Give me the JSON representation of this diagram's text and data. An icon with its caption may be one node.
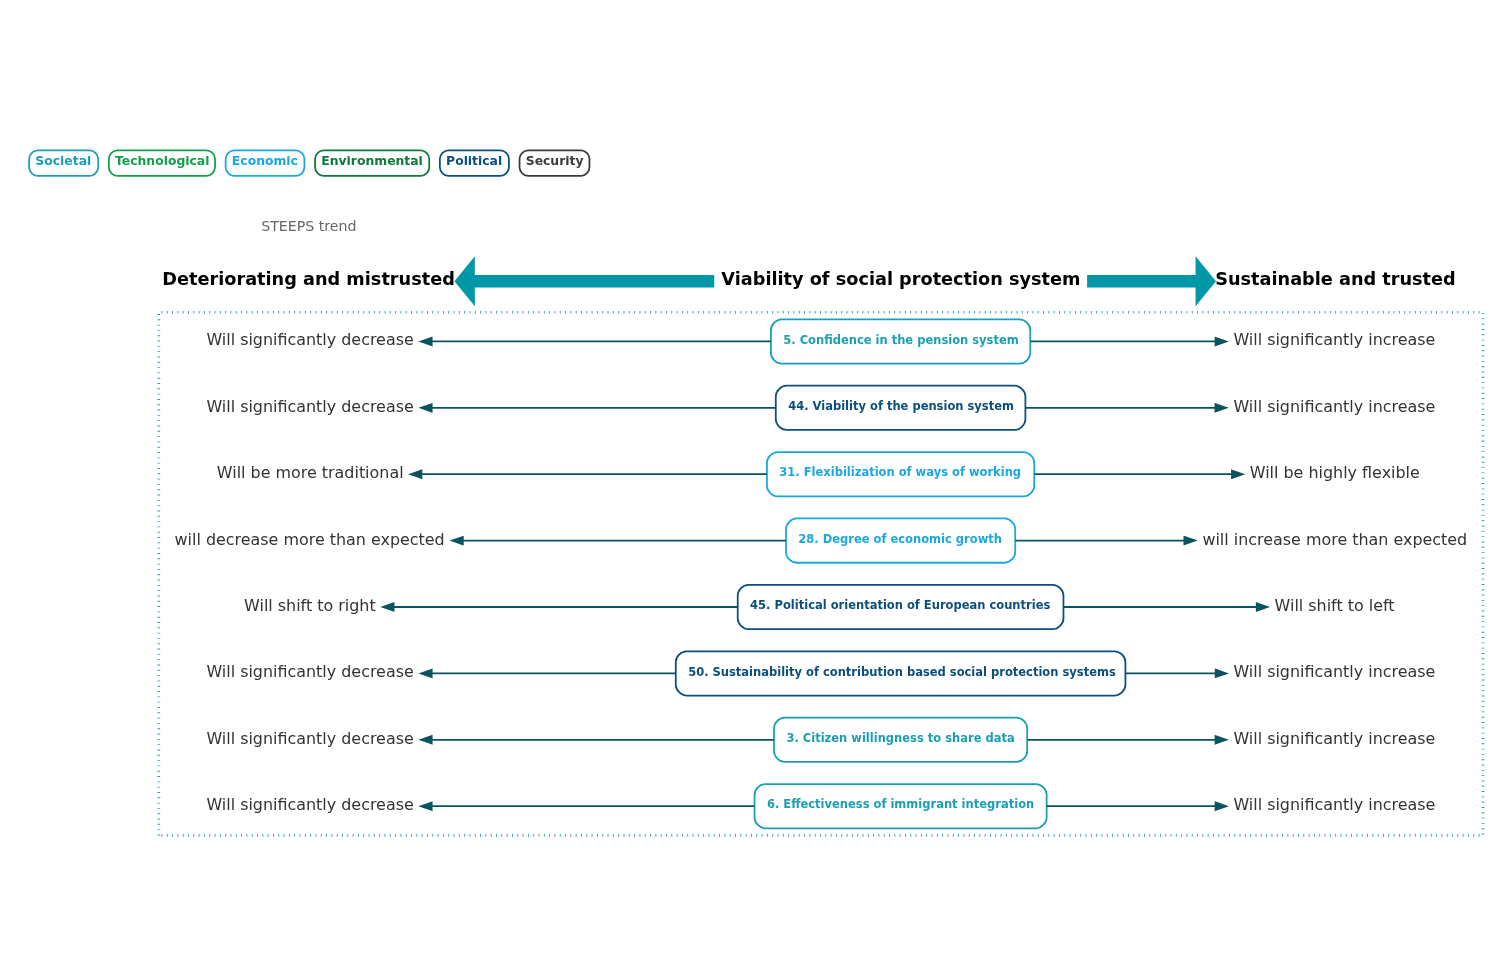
{
  "diagram": {
    "nodes": [
      {
        "text": [
          "Deteriorating and mistrusted"
        ]
      },
      {
        "text": [
          "Viability of social protection system"
        ]
      },
      {
        "text": [
          "Sustainable and trusted"
        ]
      },
      {
        "text": [],
        "shape": "box"
      },
      {
        "text": [
          "Will significantly decrease"
        ],
        "in": 3
      },
      {
        "text": [
          "5. Confidence in the pension system"
        ],
        "in": 3
      },
      {
        "text": [
          "Will significantly increase"
        ],
        "in": 3
      },
      {
        "text": [
          "Will significantly decrease"
        ],
        "in": 3
      },
      {
        "text": [
          "44. Viability of the pension system"
        ],
        "in": 3
      },
      {
        "text": [
          "Will significantly increase"
        ],
        "in": 3
      },
      {
        "text": [
          "Will be more traditional"
        ],
        "in": 3
      },
      {
        "text": [
          "31. Flexibilization of ways of working"
        ],
        "in": 3
      },
      {
        "text": [
          "Will be highly flexible"
        ],
        "in": 3
      },
      {
        "text": [
          "will decrease more than expected"
        ],
        "in": 3
      },
      {
        "text": [
          "28. Degree of economic growth"
        ],
        "in": 3
      },
      {
        "text": [
          "will increase more than expected"
        ],
        "in": 3
      },
      {
        "text": [
          "Will shift to right"
        ],
        "in": 3
      },
      {
        "text": [
          "45. Political orientation of European countries"
        ],
        "in": 3
      },
      {
        "text": [
          "Will shift to left"
        ],
        "in": 3
      },
      {
        "text": [
          "Will significantly decrease"
        ],
        "in": 3
      },
      {
        "text": [
          "50. Sustainability of contribution based social protection systems"
        ],
        "in": 3
      },
      {
        "text": [
          "Will significantly increase"
        ],
        "in": 3
      },
      {
        "text": [
          "Will significantly decrease"
        ],
        "in": 3
      },
      {
        "text": [
          "3. Citizen willingness to share data"
        ],
        "in": 3
      },
      {
        "text": [
          "Will significantly increase"
        ],
        "in": 3
      },
      {
        "text": [
          "Will significantly decrease"
        ],
        "in": 3
      },
      {
        "text": [
          "6. Effectiveness of immigrant integration"
        ],
        "in": 3
      },
      {
        "text": [
          "Will significantly increase"
        ],
        "in": 3
      }
    ],
    "edges": [
      {
        "from": 1,
        "to": 0,
        "arrow": "to",
        "style": "thick",
        "color": "#0097a7"
      },
      {
        "from": 1,
        "to": 2,
        "arrow": "to",
        "style": "thick",
        "color": "#0097a7"
      },
      {
        "from": 5,
        "to": 4,
        "arrow": "to"
      },
      {
        "from": 5,
        "to": 6,
        "arrow": "to"
      },
      {
        "from": 8,
        "to": 7,
        "arrow": "to"
      },
      {
        "from": 8,
        "to": 9,
        "arrow": "to"
      },
      {
        "from": 11,
        "to": 10,
        "arrow": "to"
      },
      {
        "from": 11,
        "to": 12,
        "arrow": "to"
      },
      {
        "from": 14,
        "to": 13,
        "arrow": "to"
      },
      {
        "from": 14,
        "to": 15,
        "arrow": "to"
      },
      {
        "from": 17,
        "to": 16,
        "arrow": "to"
      },
      {
        "from": 17,
        "to": 18,
        "arrow": "to"
      },
      {
        "from": 20,
        "to": 19,
        "arrow": "to"
      },
      {
        "from": 20,
        "to": 21,
        "arrow": "to"
      },
      {
        "from": 23,
        "to": 22,
        "arrow": "to"
      },
      {
        "from": 23,
        "to": 24,
        "arrow": "to"
      },
      {
        "from": 26,
        "to": 25,
        "arrow": "to"
      },
      {
        "from": 26,
        "to": 27,
        "arrow": "to"
      }
    ],
    "labels": [
      "STEEPS trend"
    ],
    "legend": [
      {
        "text": "Societal",
        "color": "#1a9fb5"
      },
      {
        "text": "Technological",
        "color": "#12a04a"
      },
      {
        "text": "Economic",
        "color": "#1aa8e0"
      },
      {
        "text": "Environmental",
        "color": "#0d7a3c"
      },
      {
        "text": "Political",
        "color": "#0b4f7c"
      },
      {
        "text": "Security",
        "color": "#3a3a40"
      }
    ]
  }
}
